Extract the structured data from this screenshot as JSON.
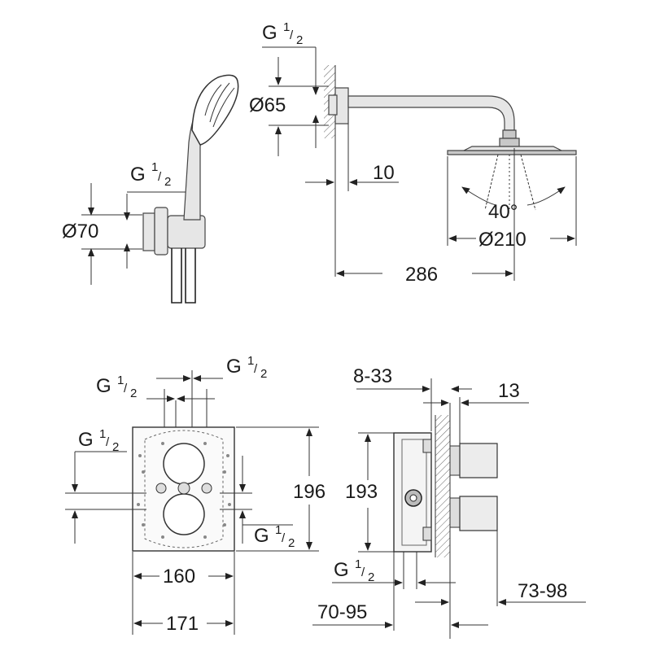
{
  "labels": {
    "g_half": "G",
    "g_frac_num": "1",
    "g_frac_den": "2",
    "dia_65": "Ø65",
    "dia_70": "Ø70",
    "dia_210": "Ø210",
    "dim_10": "10",
    "dim_286": "286",
    "angle_40": "40°",
    "dim_196": "196",
    "dim_193": "193",
    "dim_160": "160",
    "dim_171": "171",
    "dim_8_33": "8-33",
    "dim_13": "13",
    "dim_73_98": "73-98",
    "dim_70_95": "70-95"
  }
}
